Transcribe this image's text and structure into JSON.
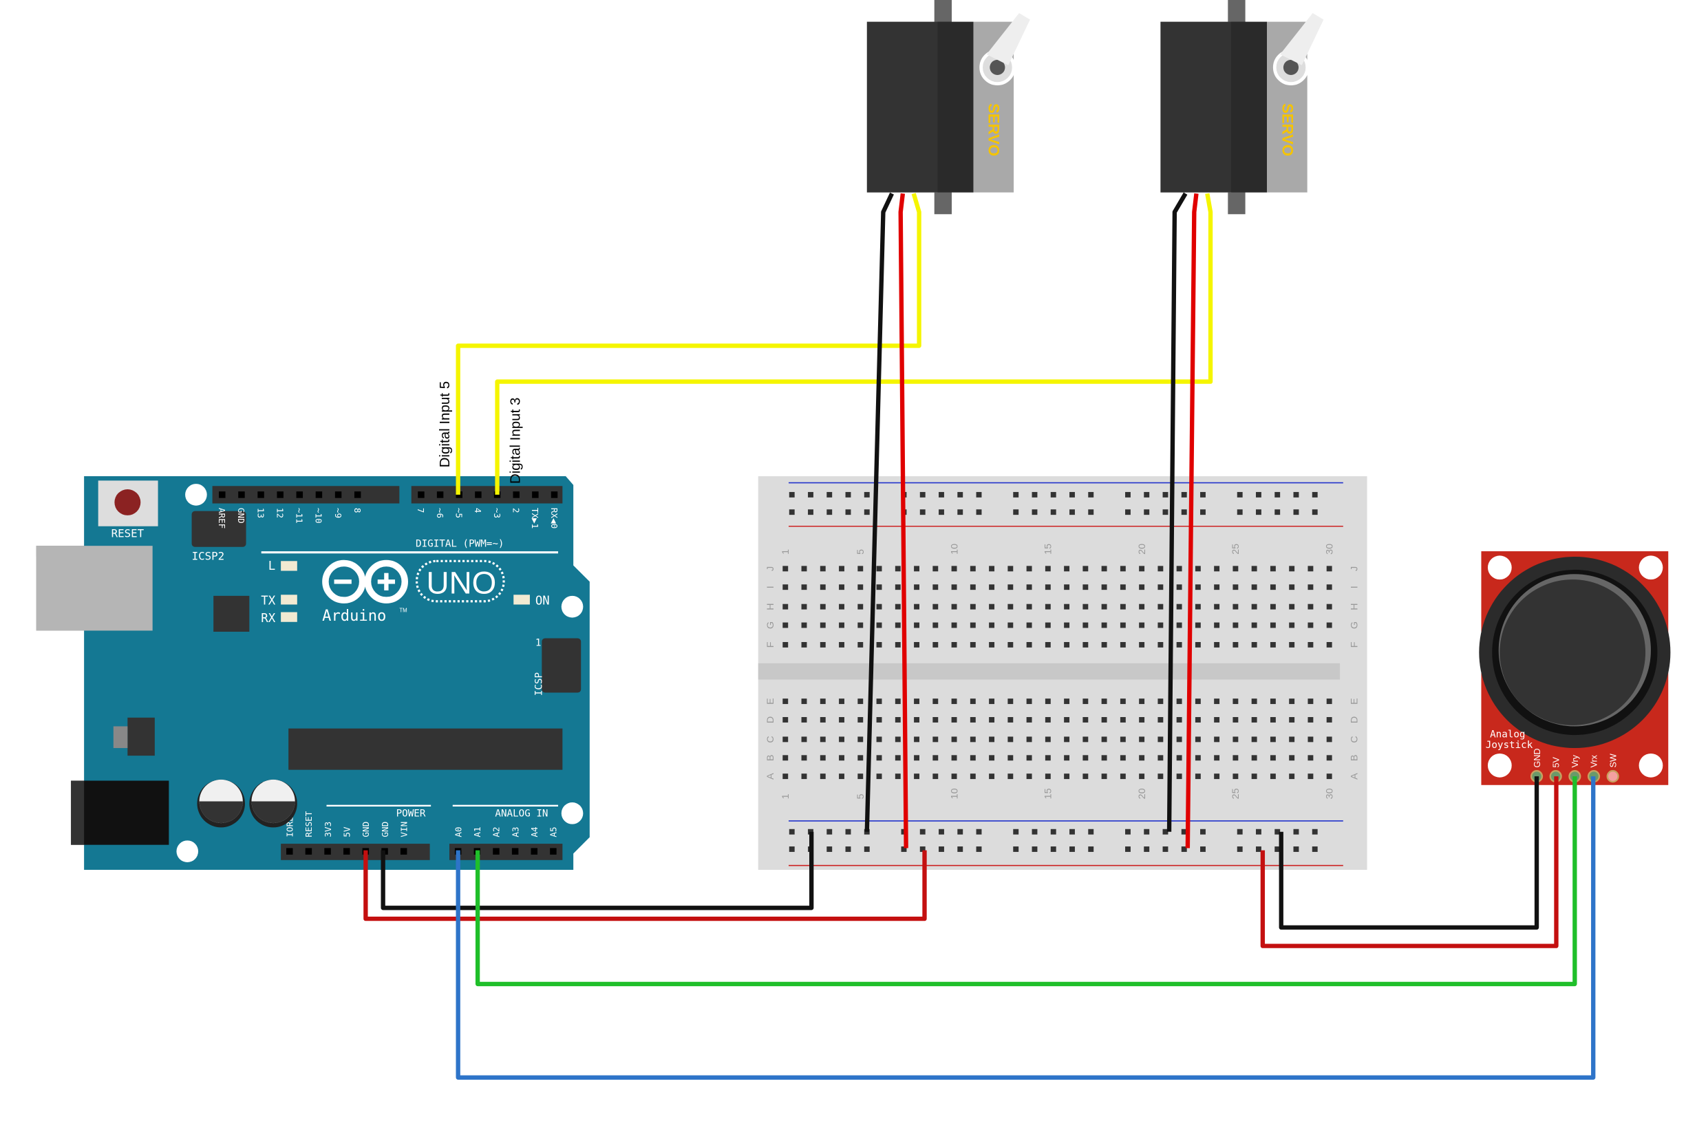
{
  "colors": {
    "board": "#147893",
    "breadboard": "#dcdcdc",
    "joystick_board": "#c8281c",
    "wire_black": "#111111",
    "wire_red": "#e00000",
    "wire_yellow": "#f5f500",
    "wire_green": "#1fbf2a",
    "wire_blue": "#2e74c9",
    "servo_label": "#f5c400"
  },
  "annotations": {
    "digital_input_5": "Digital Input 5",
    "digital_input_3": "Digital Input 3"
  },
  "servos": [
    {
      "label": "SERVO"
    },
    {
      "label": "SERVO"
    }
  ],
  "arduino": {
    "reset_label": "RESET",
    "icsp2_label": "ICSP2",
    "icsp_label": "ICSP",
    "icsp_pin1": "1",
    "led_l": "L",
    "led_tx": "TX",
    "led_rx": "RX",
    "led_on": "ON",
    "model": "UNO",
    "brand": "Arduino",
    "trademark": "TM",
    "digital_label": "DIGITAL (PWM=~)",
    "power_label": "POWER",
    "analog_label": "ANALOG IN",
    "digital_pins_left": [
      "AREF",
      "GND",
      "13",
      "12",
      "~11",
      "~10",
      "~9",
      "8"
    ],
    "digital_pins_right": [
      "7",
      "~6",
      "~5",
      "4",
      "~3",
      "2",
      "TX▶1",
      "RX◀0"
    ],
    "power_pins": [
      "IOREF",
      "RESET",
      "3V3",
      "5V",
      "GND",
      "GND",
      "VIN"
    ],
    "analog_pins": [
      "A0",
      "A1",
      "A2",
      "A3",
      "A4",
      "A5"
    ]
  },
  "breadboard": {
    "column_numbers": [
      "1",
      "5",
      "10",
      "15",
      "20",
      "25",
      "30"
    ],
    "rows_top": [
      "J",
      "I",
      "H",
      "G",
      "F"
    ],
    "rows_bottom": [
      "E",
      "D",
      "C",
      "B",
      "A"
    ]
  },
  "joystick": {
    "title_line1": "Analog",
    "title_line2": "Joystick",
    "pins": [
      "GND",
      "5V",
      "Vry",
      "Vrx",
      "SW"
    ]
  }
}
